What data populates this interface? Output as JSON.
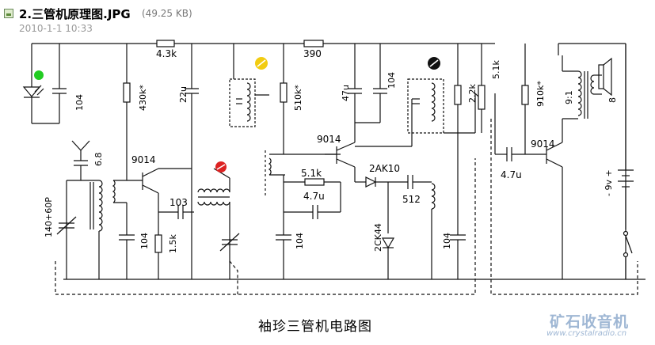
{
  "header": {
    "file_name": "2.三管机原理图.JPG",
    "file_size": "(49.25 KB)",
    "date": "2010-1-1 10:33"
  },
  "schematic": {
    "caption": "袖珍三管机电路图",
    "watermark": "矿石收音机",
    "watermark_url": "www.crystalradio.cn",
    "labels": {
      "r_top1": "4.3k",
      "r_top2": "390",
      "c_led": "104",
      "r_430k": "430k*",
      "c_22u": "22u",
      "r_510k": "510k*",
      "c_47u_top": "47u",
      "c_104_top": "104",
      "r_2_2k": "2.2k",
      "r_5_1k_top": "5.1k",
      "r_910k": "910k*",
      "ratio": "9:1",
      "spk": "8",
      "c_6_8": "6.8",
      "t1": "9014",
      "t2": "9014",
      "t3": "9014",
      "c_103": "103",
      "c_140": "140+60P",
      "c_104_a": "104",
      "r_1_5k": "1.5k",
      "r_5_1k_mid": "5.1k",
      "c_4_7u_mid": "4.7u",
      "d_2ak10": "2AK10",
      "c_512": "512",
      "d_2ck44": "2CK44",
      "c_104_b": "104",
      "c_104_c": "104",
      "c_4_7u_out": "4.7u",
      "batt": "- 9v +"
    }
  },
  "colors": {
    "led_green": "#22cc22",
    "ifc_yellow": "#f2cc11",
    "osc_red": "#dd2222",
    "ifc_black": "#111111",
    "watermark": "#9fb7d4"
  }
}
